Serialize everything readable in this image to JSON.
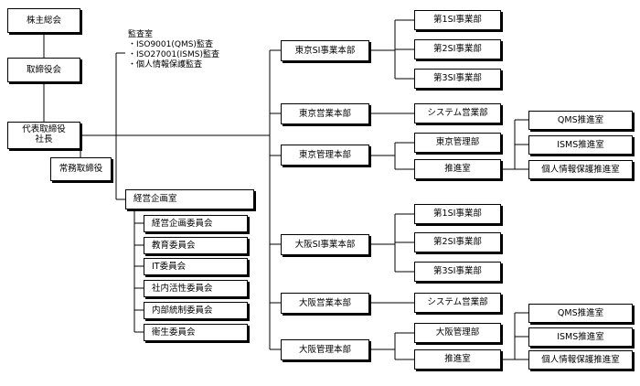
{
  "org": {
    "shareholders": "株主総会",
    "board": "取締役会",
    "ceo_title": "代表取締役",
    "ceo_sub": "社長",
    "managing": "常務取締役",
    "audit": {
      "title": "監査室",
      "lines": [
        "・ISO9001(QMS)監査",
        "・ISO27001(ISMS)監査",
        "・個人情報保護監査"
      ]
    },
    "planning": "経営企画室",
    "committees": [
      "経営企画委員会",
      "教育委員会",
      "IT委員会",
      "社内活性委員会",
      "内部統制委員会",
      "衛生委員会"
    ],
    "tokyo_si": "東京SI事業本部",
    "tokyo_si_units": [
      "第1SI事業部",
      "第2SI事業部",
      "第3SI事業部"
    ],
    "tokyo_sales": "東京営業本部",
    "tokyo_sales_unit": "システム営業部",
    "tokyo_admin": "東京管理本部",
    "tokyo_admin_units": [
      "東京管理部",
      "推進室"
    ],
    "tokyo_promo": [
      "QMS推進室",
      "ISMS推進室",
      "個人情報保護推進室"
    ],
    "osaka_si": "大阪SI事業本部",
    "osaka_si_units": [
      "第1SI事業部",
      "第2SI事業部",
      "第3SI事業部"
    ],
    "osaka_sales": "大阪営業本部",
    "osaka_sales_unit": "システム営業部",
    "osaka_admin": "大阪管理本部",
    "osaka_admin_units": [
      "大阪管理部",
      "推進室"
    ],
    "osaka_promo": [
      "QMS推進室",
      "ISMS推進室",
      "個人情報保護推進室"
    ]
  }
}
